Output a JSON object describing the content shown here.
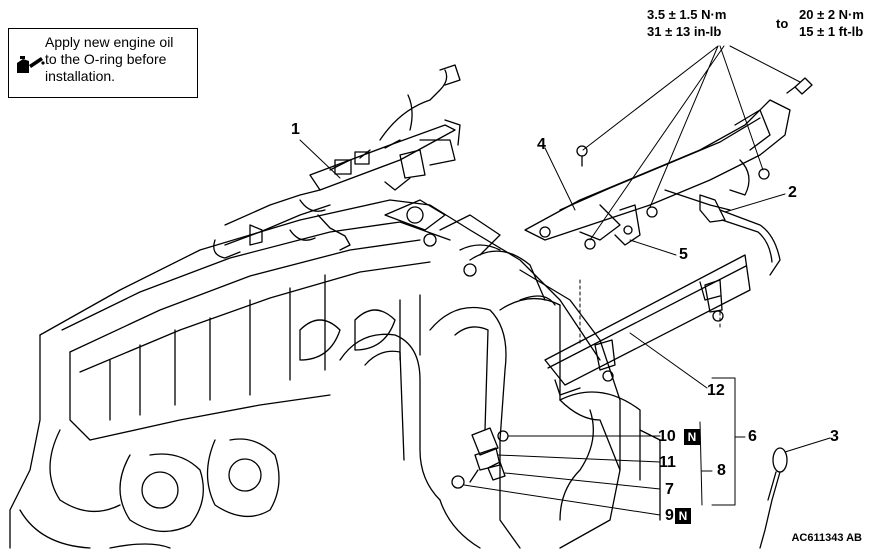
{
  "note": {
    "lines": [
      "Apply new engine oil",
      "to the O-ring before",
      "installation."
    ],
    "icon": "oil-can-icon"
  },
  "torque": {
    "left_line1": "3.5 ± 1.5 N·m",
    "left_line2": "31 ± 13 in-lb",
    "joiner": "to",
    "right_line1": "20 ± 2 N·m",
    "right_line2": "15 ± 1 ft-lb"
  },
  "callouts": [
    "1",
    "2",
    "3",
    "4",
    "5",
    "6",
    "7",
    "8",
    "9",
    "10",
    "11",
    "12"
  ],
  "badge_label": "N",
  "figure_id": "AC611343 AB"
}
